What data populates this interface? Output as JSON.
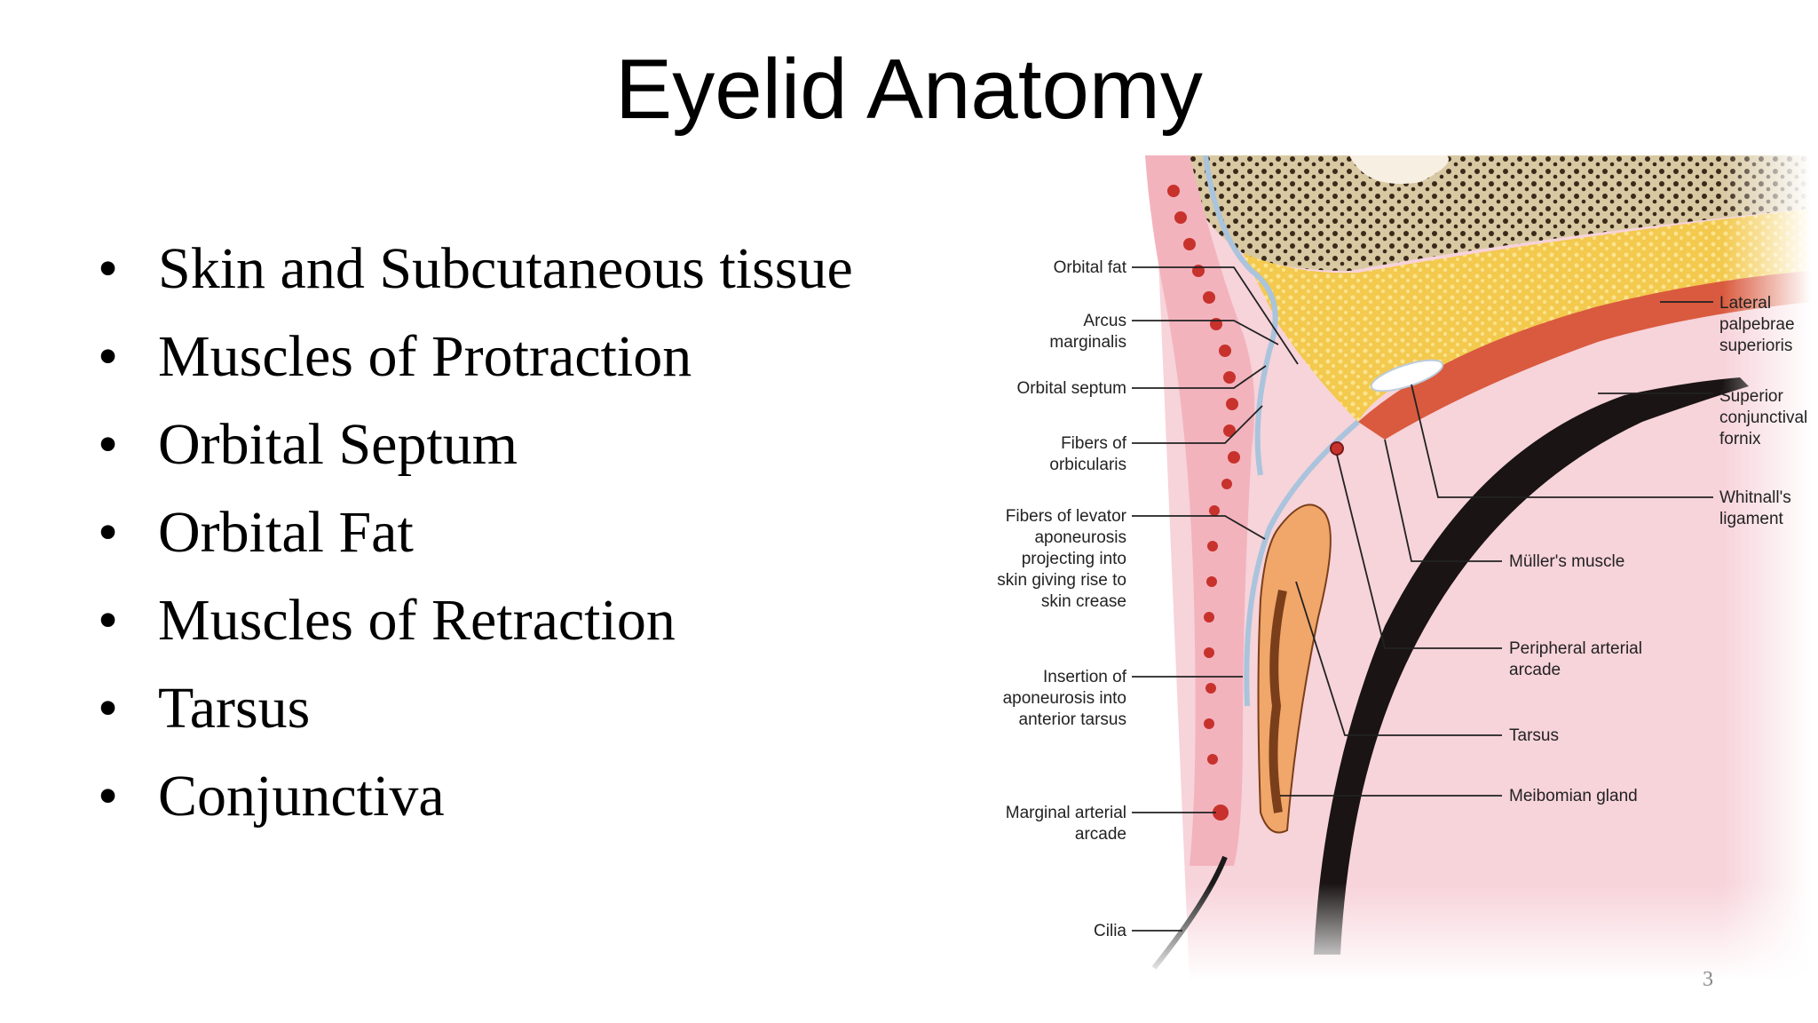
{
  "slide": {
    "title": "Eyelid Anatomy",
    "page_number": "3",
    "bullets": [
      "Skin and Subcutaneous tissue",
      "Muscles of Protraction",
      "Orbital Septum",
      "Orbital Fat",
      "Muscles of Retraction",
      "Tarsus",
      "Conjunctiva"
    ]
  },
  "diagram": {
    "left_labels": {
      "orbital_fat": [
        "Orbital fat"
      ],
      "arcus_marginalis": [
        "Arcus",
        "marginalis"
      ],
      "orbital_septum": [
        "Orbital septum"
      ],
      "fibers_orbicularis": [
        "Fibers of",
        "orbicularis"
      ],
      "fibers_levator": [
        "Fibers of levator",
        "aponeurosis",
        "projecting into",
        "skin giving rise to",
        "skin crease"
      ],
      "insertion_aponeurosis": [
        "Insertion of",
        "aponeurosis into",
        "anterior tarsus"
      ],
      "marginal_arcade": [
        "Marginal arterial",
        "arcade"
      ],
      "cilia": [
        "Cilia"
      ]
    },
    "right_labels": {
      "lateral_palpebrae": [
        "Lateral",
        "palpebrae",
        "superioris"
      ],
      "superior_fornix": [
        "Superior",
        "conjunctival",
        "fornix"
      ],
      "whitnalls": [
        "Whitnall's",
        "ligament"
      ],
      "mullers": [
        "Müller's muscle"
      ],
      "peripheral_arcade": [
        "Peripheral arterial",
        "arcade"
      ],
      "tarsus": [
        "Tarsus"
      ],
      "meibomian": [
        "Meibomian gland"
      ]
    }
  }
}
